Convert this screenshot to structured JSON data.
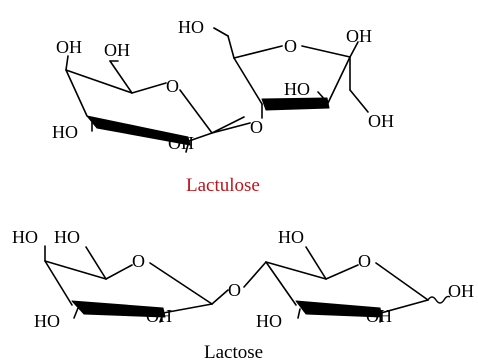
{
  "colors": {
    "lactulose_caption": "#c0141c",
    "lactose_caption": "#000000",
    "structure": "#000000",
    "background": "#ffffff"
  },
  "lactulose": {
    "caption": "Lactulose",
    "labels": {
      "galactose_oh_c4": "OH",
      "galactose_oh_c6": "OH",
      "galactose_ring_o": "O",
      "galactose_oh_c3": "HO",
      "galactose_oh_c2": "OH",
      "glycosidic_o": "O",
      "fructose_ho_c6": "HO",
      "fructose_ring_o": "O",
      "fructose_oh_c2": "OH",
      "fructose_ho_c3": "HO",
      "fructose_oh_c1": "OH"
    }
  },
  "lactose": {
    "caption": "Lactose",
    "labels": {
      "galactose_ho_c4": "HO",
      "galactose_ho_c6": "HO",
      "galactose_ring_o": "O",
      "galactose_ho_c3": "HO",
      "galactose_oh_c2": "OH",
      "glycosidic_o": "O",
      "glucose_ho_c6": "HO",
      "glucose_ring_o": "O",
      "glucose_ho_c3": "HO",
      "glucose_oh_c2": "OH",
      "glucose_oh_anomeric": "OH"
    }
  }
}
